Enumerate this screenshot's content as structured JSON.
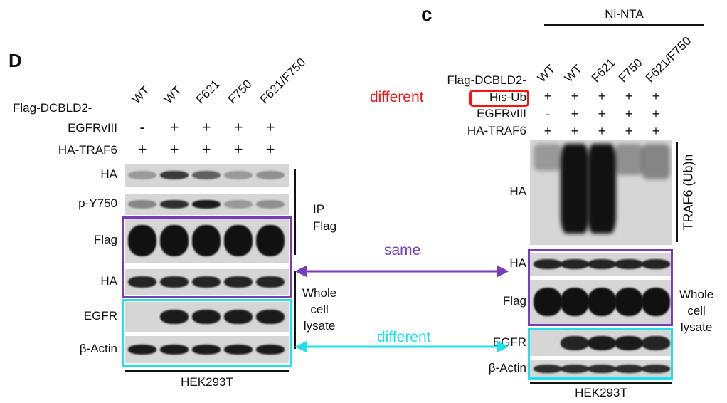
{
  "panel_d": {
    "letter": "D",
    "row_header": "Flag-DCBLD2-",
    "lanes": [
      "WT",
      "WT",
      "F621",
      "F750",
      "F621/F750"
    ],
    "egfr_label": "EGFRvIII",
    "egfr": [
      "-",
      "+",
      "+",
      "+",
      "+"
    ],
    "traf_label": "HA-TRAF6",
    "traf": [
      "+",
      "+",
      "+",
      "+",
      "+"
    ],
    "blots": [
      {
        "label": "HA",
        "intensity": [
          0.3,
          0.8,
          0.6,
          0.3,
          0.35
        ]
      },
      {
        "label": "p-Y750",
        "intensity": [
          0.4,
          0.85,
          0.95,
          0.3,
          0.35
        ]
      },
      {
        "label": "Flag",
        "intensity": [
          1,
          1,
          1,
          1,
          1
        ]
      },
      {
        "label": "HA",
        "intensity": [
          0.9,
          0.9,
          0.9,
          0.9,
          0.9
        ]
      },
      {
        "label": "EGFR",
        "intensity": [
          0,
          0.95,
          0.95,
          0.95,
          0.95
        ]
      },
      {
        "label": "β-Actin",
        "intensity": [
          0.95,
          0.95,
          0.95,
          0.95,
          0.95
        ]
      }
    ],
    "ip_label": "IP\nFlag",
    "wcl_label": "Whole\ncell\nlysate",
    "cell_line": "HEK293T"
  },
  "panel_c": {
    "letter": "c",
    "pulldown": "Ni-NTA",
    "row_header": "Flag-DCBLD2-",
    "lanes": [
      "WT",
      "WT",
      "F621",
      "F750",
      "F621/F750"
    ],
    "hisub_label": "His-Ub",
    "hisub": [
      "+",
      "+",
      "+",
      "+",
      "+"
    ],
    "egfr_label": "EGFRvIII",
    "egfr": [
      "-",
      "+",
      "+",
      "+",
      "+"
    ],
    "traf_label": "HA-TRAF6",
    "traf": [
      "+",
      "+",
      "+",
      "+",
      "+"
    ],
    "blots": [
      {
        "label": "HA",
        "intensity": [
          0.3,
          1,
          1,
          0.35,
          0.4
        ]
      },
      {
        "label": "HA",
        "intensity": [
          0.9,
          0.9,
          0.9,
          0.9,
          0.9
        ]
      },
      {
        "label": "Flag",
        "intensity": [
          1,
          1,
          1,
          1,
          1
        ]
      },
      {
        "label": "EGFR",
        "intensity": [
          0,
          0.9,
          0.95,
          0.95,
          0.9
        ]
      },
      {
        "label": "β-Actin",
        "intensity": [
          0.85,
          0.85,
          0.85,
          0.85,
          0.85
        ]
      }
    ],
    "ub_label": "TRAF6 (Ub)n",
    "wcl_label": "Whole\ncell\nlysate",
    "cell_line": "HEK293T"
  },
  "annotations": {
    "different_top": "different",
    "same": "same",
    "different_bottom": "different"
  },
  "colors": {
    "purple": "#7a3db8",
    "cyan": "#22e0e8",
    "red": "#ff1010"
  }
}
